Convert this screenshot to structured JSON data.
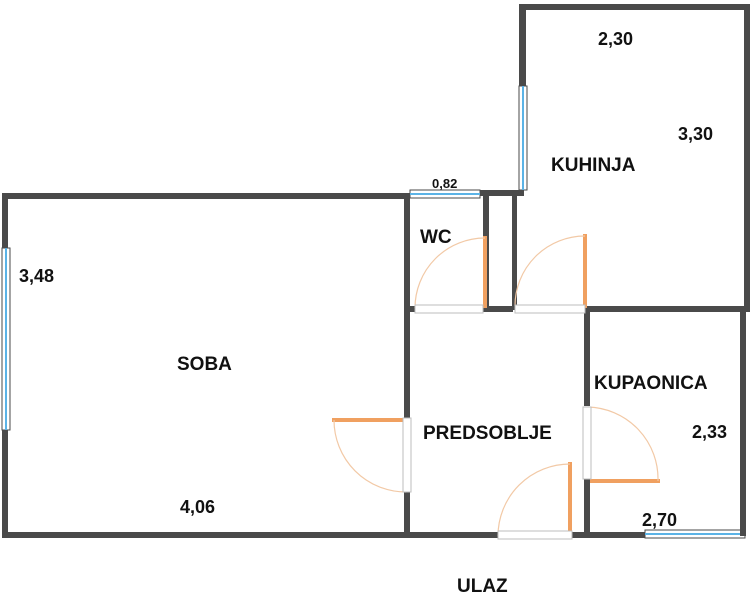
{
  "rooms": {
    "soba": "SOBA",
    "wc": "WC",
    "kuhinja": "KUHINJA",
    "predsoblje": "PREDSOBLJE",
    "kupaonica": "KUPAONICA"
  },
  "dimensions": {
    "soba_height": "3,48",
    "soba_width": "4,06",
    "wc_width": "0,82",
    "kuhinja_width": "2,30",
    "kuhinja_height": "3,30",
    "kupaonica_height": "2,33",
    "kupaonica_width": "2,70"
  },
  "entrance": "ULAZ",
  "colors": {
    "wall": "#4a4a4a",
    "window": "#5bb3e6",
    "door": "#f0a060"
  }
}
